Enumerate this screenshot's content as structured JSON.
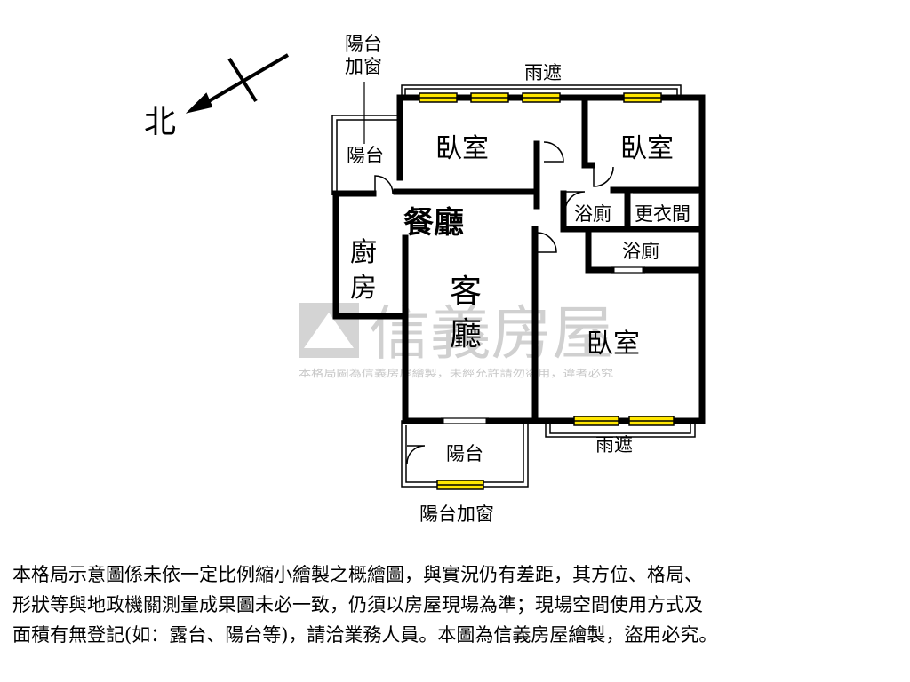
{
  "compass": {
    "north_label": "北"
  },
  "rooms": {
    "bedroom_top_left": "臥室",
    "bedroom_top_right": "臥室",
    "bedroom_master": "臥室",
    "dining": "餐廳",
    "kitchen_line1": "廚",
    "kitchen_line2": "房",
    "living_line1": "客",
    "living_line2": "廳",
    "bath_upper": "浴廁",
    "bath_lower": "浴廁",
    "closet": "更衣間",
    "balcony_left": "陽台",
    "balcony_bottom": "陽台"
  },
  "annotations": {
    "balcony_window_top_line1": "陽台",
    "balcony_window_top_line2": "加窗",
    "canopy_top": "雨遮",
    "canopy_bottom": "雨遮",
    "balcony_window_bottom": "陽台加窗"
  },
  "watermark": {
    "brand": "信義房屋",
    "small_text": "本格局圖為信義房屋繪製，未經允許請勿盜用，違者必究"
  },
  "colors": {
    "wall": "#000000",
    "window_fill": "#ffe600",
    "watermark": "#d4d4d4"
  },
  "disclaimer": {
    "line1": "本格局示意圖係未依一定比例縮小繪製之概繪圖，與實況仍有差距，其方位、格局、",
    "line2": "形狀等與地政機關測量成果圖未必一致，仍須以房屋現場為準；現場空間使用方式及",
    "line3": "面積有無登記(如：露台、陽台等)，請洽業務人員。本圖為信義房屋繪製，盜用必究。"
  }
}
